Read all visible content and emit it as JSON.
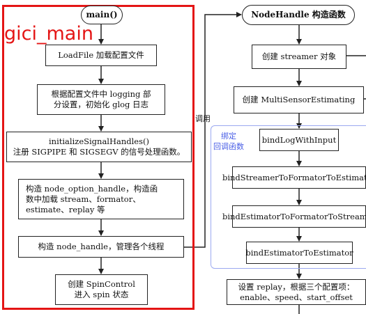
{
  "main": {
    "frame_label": "gici_main",
    "start": "main()",
    "steps": [
      "LoadFile 加载配置文件",
      "根据配置文件中 logging 部\n分设置，初始化 glog 日志",
      "initializeSignalHandles()\n注册 SIGPIPE 和 SIGSEGV 的信号处理函数。",
      "构造 node_option_handle，构造函\n数中加载 stream、formator、\nestimate、replay 等",
      "构造 node_handle，管理各个线程",
      "创建 SpinControl\n进入 spin 状态"
    ]
  },
  "nodehandle": {
    "start": "NodeHandle 构造函数",
    "call_label": "调用",
    "bind_group_label": "绑定\n回调函数",
    "steps": [
      "创建 streamer 对象",
      "创建 MultiSensorEstimating",
      "bindLogWithInput",
      "bindStreamerToFormatorToEstimator",
      "bindEstimatorToFormatorToStreamer",
      "bindEstimatorToEstimator",
      "设置 replay，根据三个配置项：\nenable、speed、start_offset"
    ]
  },
  "colors": {
    "main_frame": "#e41515",
    "bind_frame": "#9aa8f0",
    "bind_label": "#4a5fe6",
    "stroke": "#222222"
  }
}
